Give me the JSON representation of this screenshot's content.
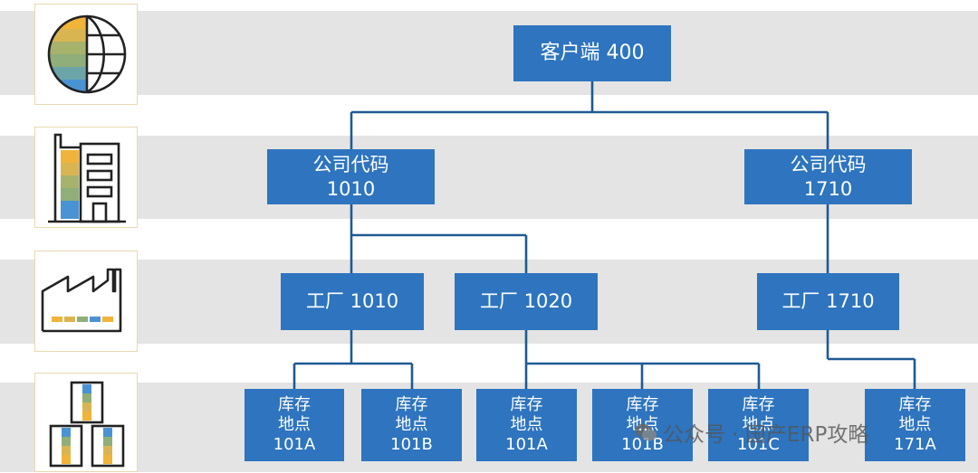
{
  "diagram": {
    "client": {
      "label": "客户端 400"
    },
    "company_codes": [
      {
        "line1": "公司代码",
        "line2": "1010"
      },
      {
        "line1": "公司代码",
        "line2": "1710"
      }
    ],
    "plants": [
      {
        "label": "工厂 1010"
      },
      {
        "label": "工厂 1020"
      },
      {
        "label": "工厂 1710"
      }
    ],
    "storage_locations": [
      {
        "line1": "库存",
        "line2": "地点",
        "line3": "101A"
      },
      {
        "line1": "库存",
        "line2": "地点",
        "line3": "101B"
      },
      {
        "line1": "库存",
        "line2": "地点",
        "line3": "101A"
      },
      {
        "line1": "库存",
        "line2": "地点",
        "line3": "101B"
      },
      {
        "line1": "库存",
        "line2": "地点",
        "line3": "101C"
      },
      {
        "line1": "库存",
        "line2": "地点",
        "line3": "171A"
      }
    ]
  },
  "level_icons": [
    "globe-icon",
    "building-icon",
    "factory-icon",
    "warehouse-boxes-icon"
  ],
  "colors": {
    "node_fill": "#2e74bf",
    "node_text": "#ffffff",
    "connector": "#1f5a93",
    "band": "#e4e4e4",
    "icon_yellow": "#f0b43a",
    "icon_green": "#8fae79",
    "icon_blue": "#4a93d2"
  },
  "watermark": {
    "text": "公众号 · 国产ERP攻略"
  }
}
